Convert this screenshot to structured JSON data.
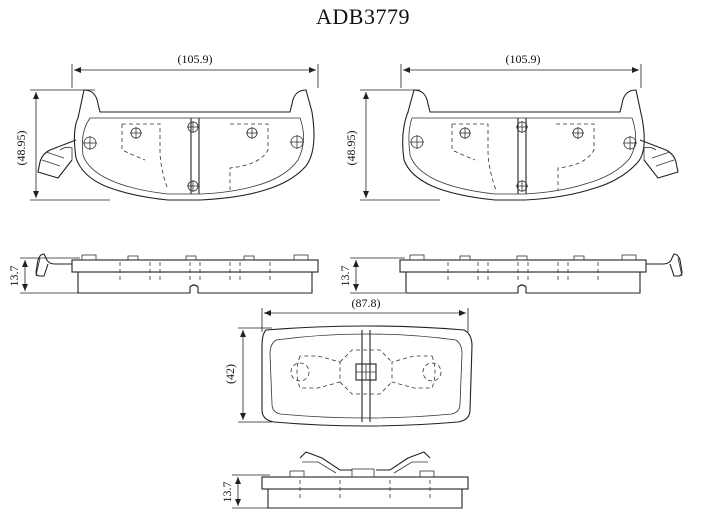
{
  "title": "ADB3779",
  "dimensions": {
    "top_left_width": "(105.9)",
    "top_left_height": "(48.95)",
    "top_right_width": "(105.9)",
    "top_right_height": "(48.95)",
    "side_left_thickness": "13.7",
    "side_right_thickness": "13.7",
    "center_width": "(87.8)",
    "center_height": "(42)",
    "bottom_thickness": "13.7"
  }
}
